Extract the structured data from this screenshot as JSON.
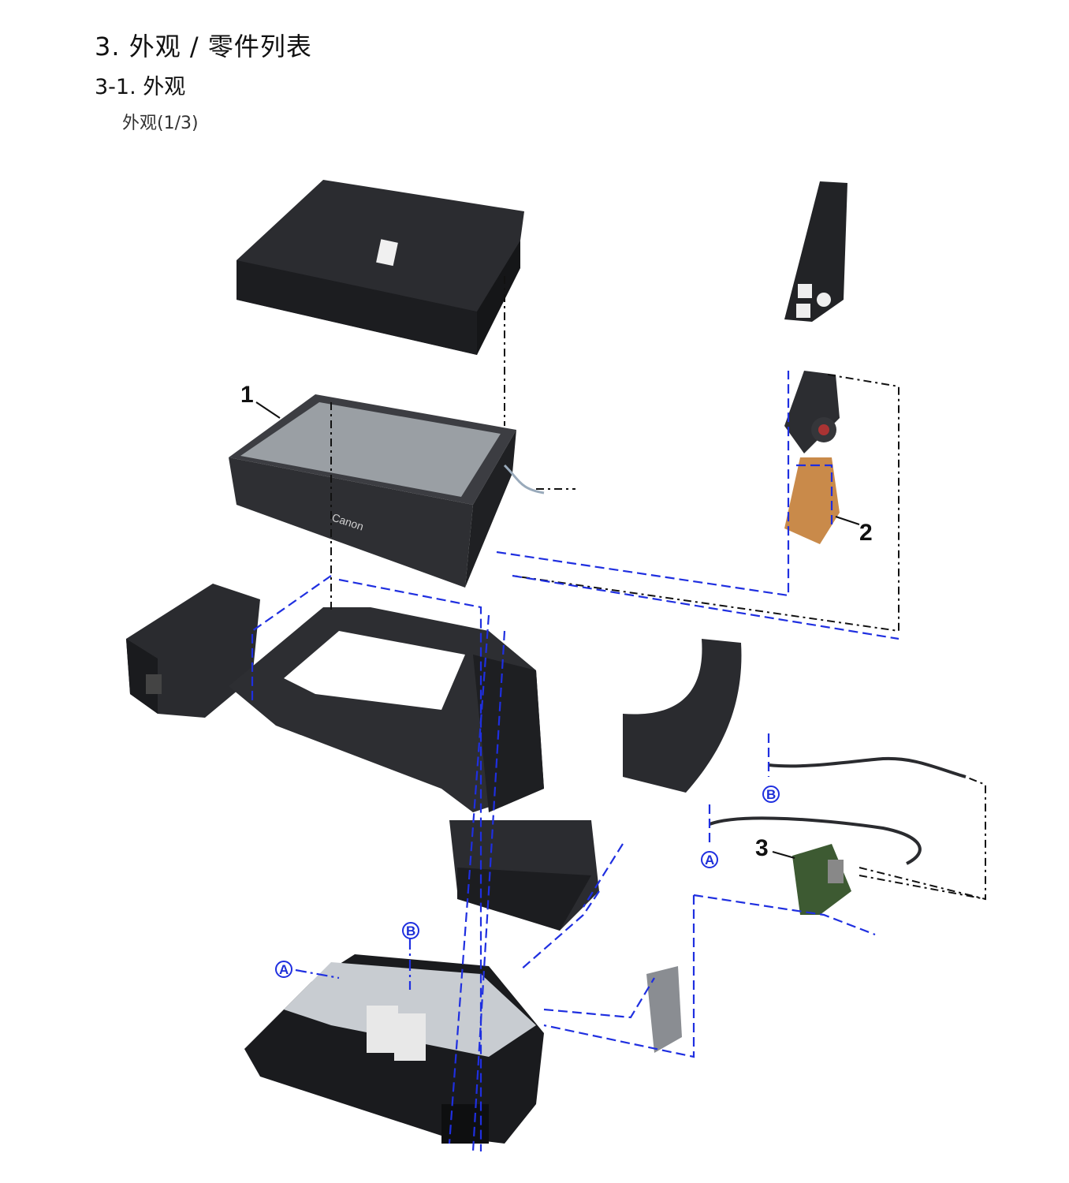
{
  "heading": {
    "section_title": "3.  外观 / 零件列表",
    "subsection_title": "3-1.  外观",
    "figure_caption": "外观(1/3)"
  },
  "diagram": {
    "callouts": [
      "1",
      "2",
      "3"
    ],
    "connector_markers": [
      "A",
      "B"
    ],
    "brand_text": "Canon"
  },
  "colors": {
    "leader_blue": "#1f2fe0",
    "leader_black": "#111111",
    "plastic_dark": "#2b2c30",
    "board_green": "#3d5a32",
    "board_tan": "#c98a4a"
  }
}
